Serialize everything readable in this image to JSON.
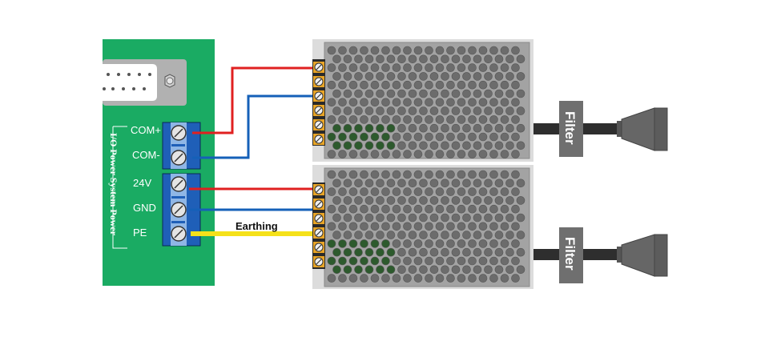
{
  "board": {
    "side_label": "I/O Power  System Power",
    "terminals": [
      {
        "label": "COM+"
      },
      {
        "label": "COM-"
      },
      {
        "label": "24V"
      },
      {
        "label": "GND"
      },
      {
        "label": "PE"
      }
    ]
  },
  "wires": {
    "earthing_label": "Earthing"
  },
  "psus": [
    {
      "filter_label": "Filter"
    },
    {
      "filter_label": "Filter"
    }
  ],
  "colors": {
    "board": "#1aab63",
    "terminal_block": "#1f5fb8",
    "wire_red": "#e02020",
    "wire_blue": "#1560b8",
    "wire_yellow": "#f5e11a",
    "psu_body": "#a3a3a3",
    "psu_terminal": "#e9a526",
    "led_green": "#2d5a2d"
  }
}
